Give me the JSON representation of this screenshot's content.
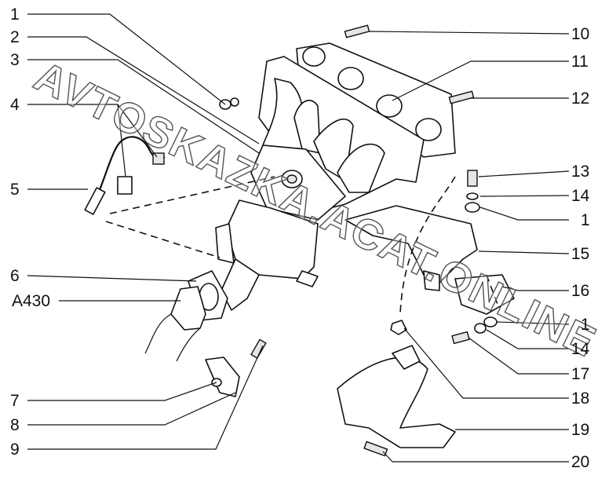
{
  "diagram": {
    "left_labels": [
      "1",
      "2",
      "3",
      "4",
      "5",
      "6",
      "A430",
      "7",
      "8",
      "9"
    ],
    "right_labels": [
      "10",
      "11",
      "12",
      "13",
      "14",
      "1",
      "15",
      "16",
      "1",
      "14",
      "17",
      "18",
      "19",
      "20"
    ],
    "watermark": "AVTOSKAZKA.ACAT.ONLINE"
  }
}
